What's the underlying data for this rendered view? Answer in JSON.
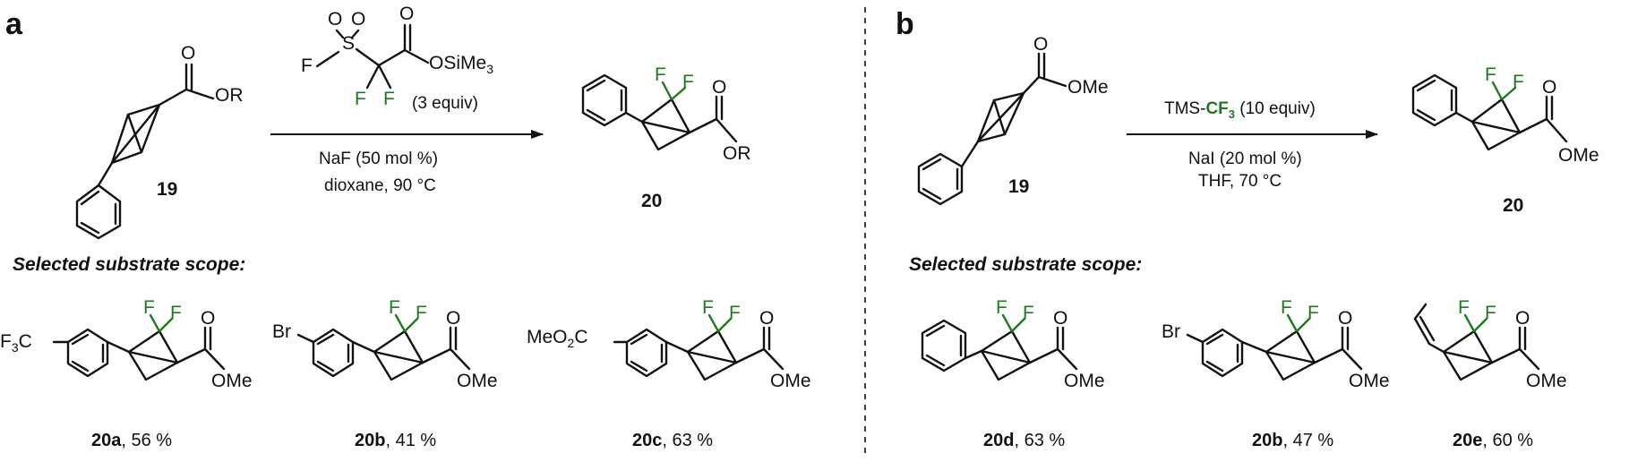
{
  "panels": {
    "a": "a",
    "b": "b"
  },
  "atoms": {
    "O": "O",
    "OR": "OR",
    "OMe": "OMe",
    "F": "F",
    "S": "S",
    "Br": "Br",
    "OSiMe": "OSiMe",
    "sub3": "3",
    "MeO": "MeO",
    "sub2": "2",
    "C": "C"
  },
  "scheme_a": {
    "reagent_amount": "(3 equiv)",
    "conditions_1": "NaF (50 mol %)",
    "conditions_2": "dioxane, 90 °C",
    "start_label": "19",
    "product_label": "20"
  },
  "scheme_b": {
    "reagent_prefix": "TMS-",
    "reagent_cf": "CF",
    "reagent_sub": "3",
    "reagent_suffix": " (10 equiv)",
    "conditions_1": "NaI (20 mol %)",
    "conditions_2": "THF, 70 °C",
    "start_label": "19",
    "product_label": "20"
  },
  "scope_heading_a": "Selected substrate scope:",
  "scope_heading_b": "Selected substrate scope:",
  "scope_a": [
    {
      "id": "20a",
      "yield": ", 56 %",
      "substituent_main": "F",
      "substituent_sub": "3",
      "substituent_tail": "C"
    },
    {
      "id": "20b",
      "yield": ", 41 %",
      "substituent_main": "Br"
    },
    {
      "id": "20c",
      "yield": ", 63 %"
    }
  ],
  "scope_b": [
    {
      "id": "20d",
      "yield": ", 63 %"
    },
    {
      "id": "20b",
      "yield": ", 47 %",
      "substituent_main": "Br"
    },
    {
      "id": "20e",
      "yield": ", 60 %"
    }
  ],
  "colors": {
    "fluorine": "#1f7a1f",
    "text": "#111111"
  }
}
